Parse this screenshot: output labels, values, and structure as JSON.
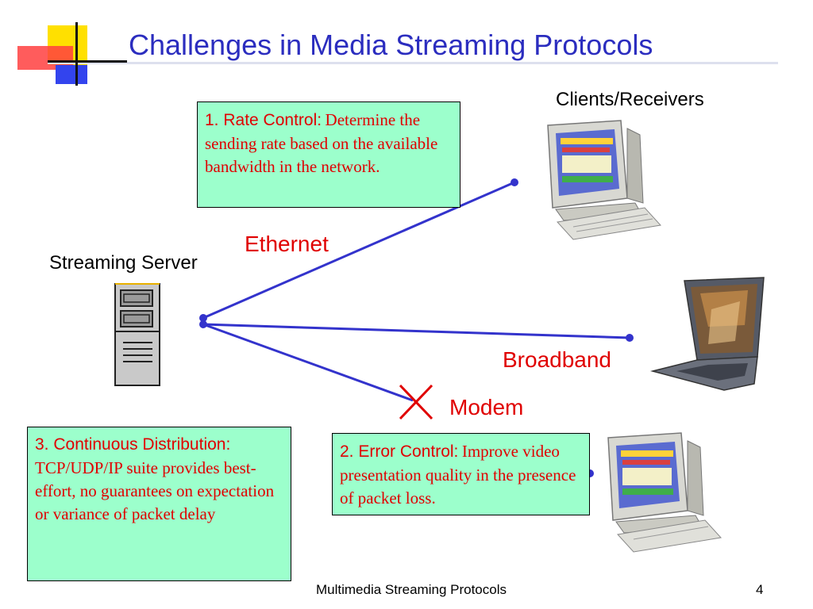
{
  "slide": {
    "title": "Challenges in Media Streaming Protocols",
    "footer": "Multimedia Streaming Protocols",
    "page_number": "4"
  },
  "labels": {
    "clients": "Clients/Receivers",
    "server": "Streaming Server",
    "ethernet": "Ethernet",
    "broadband": "Broadband",
    "modem": "Modem"
  },
  "boxes": {
    "rate_control": {
      "heading": "1. Rate Control:",
      "text": "Determine the sending rate based on the available bandwidth in the network."
    },
    "error_control": {
      "heading": "2. Error Control:",
      "text": "Improve video presentation quality in the presence of packet loss."
    },
    "continuous": {
      "heading": "3. Continuous Distribution:",
      "text": "TCP/UDP/IP suite provides best-effort, no guarantees on expectation or variance of packet delay"
    }
  },
  "colors": {
    "title": "#2b2dbf",
    "link_line": "#3333cc",
    "box_fill": "#9cffcc",
    "highlight_red": "#e00000"
  },
  "icons": [
    "logo-squares-icon",
    "server-tower-icon",
    "desktop-computer-icon",
    "laptop-icon",
    "broken-link-x-icon"
  ]
}
